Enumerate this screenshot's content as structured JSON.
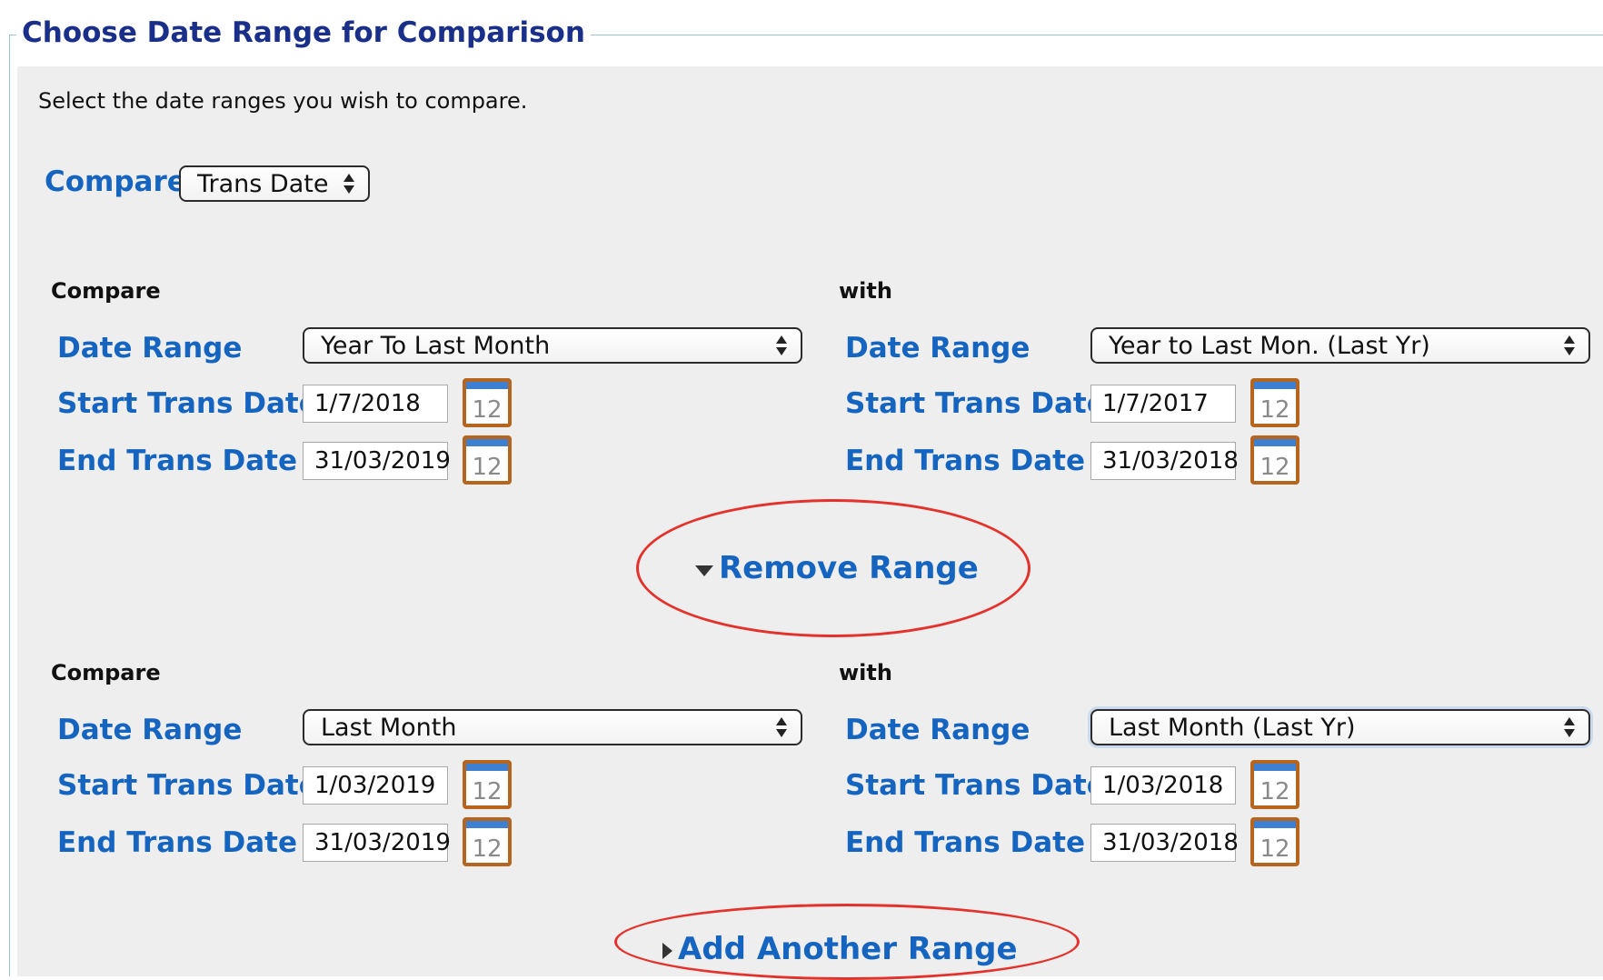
{
  "title": "Choose Date Range for Comparison",
  "instruction": "Select the date ranges you wish to compare.",
  "compare_by": {
    "label": "Compare",
    "value": "Trans Date"
  },
  "ranges": [
    {
      "left": {
        "heading": "Compare",
        "date_range_label": "Date Range",
        "date_range_value": "Year To Last Month",
        "start_label": "Start Trans Date",
        "start_value": "1/7/2018",
        "end_label": "End Trans Date",
        "end_value": "31/03/2019"
      },
      "right": {
        "heading": "with",
        "date_range_label": "Date Range",
        "date_range_value": "Year to Last Mon. (Last Yr)",
        "start_label": "Start Trans Date",
        "start_value": "1/7/2017",
        "end_label": "End Trans Date",
        "end_value": "31/03/2018"
      }
    },
    {
      "left": {
        "heading": "Compare",
        "date_range_label": "Date Range",
        "date_range_value": "Last Month",
        "start_label": "Start Trans Date",
        "start_value": "1/03/2019",
        "end_label": "End Trans Date",
        "end_value": "31/03/2019"
      },
      "right": {
        "heading": "with",
        "date_range_label": "Date Range",
        "date_range_value": "Last Month (Last Yr)",
        "start_label": "Start Trans Date",
        "start_value": "1/03/2018",
        "end_label": "End Trans Date",
        "end_value": "31/03/2018"
      }
    }
  ],
  "calendar_icon_text": "12",
  "actions": {
    "remove_range": "Remove Range",
    "add_range": "Add Another Range"
  },
  "colors": {
    "title": "#1a2f8a",
    "label_blue": "#1565c0",
    "panel_bg": "#eeeeee",
    "highlight_ring": "#e4312b"
  }
}
